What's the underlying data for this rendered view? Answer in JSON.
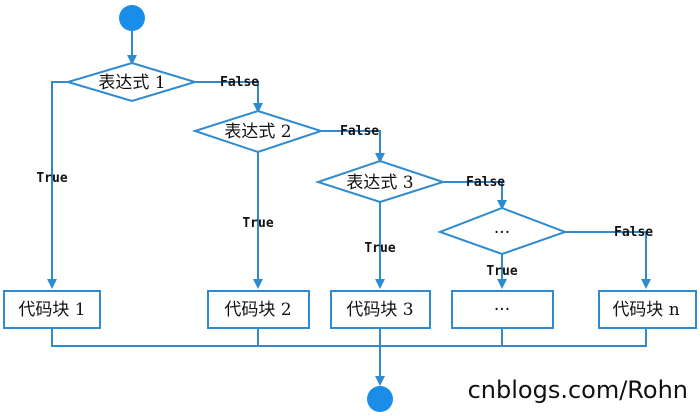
{
  "colors": {
    "line": "#2e8bcf",
    "node_fill": "#ffffff",
    "terminal": "#1a8de8",
    "text": "#111111"
  },
  "conditions": {
    "c1": "表达式 1",
    "c2": "表达式 2",
    "c3": "表达式 3",
    "c4": "···"
  },
  "blocks": {
    "b1": "代码块 1",
    "b2": "代码块 2",
    "b3": "代码块 3",
    "b4": "···",
    "bn": "代码块 n"
  },
  "edges": {
    "c1_true": "True",
    "c1_false": "False",
    "c2_true": "True",
    "c2_false": "False",
    "c3_true": "True",
    "c3_false": "False",
    "c4_true": "True",
    "c4_false": "False"
  },
  "watermark": "cnblogs.com/Rohn"
}
